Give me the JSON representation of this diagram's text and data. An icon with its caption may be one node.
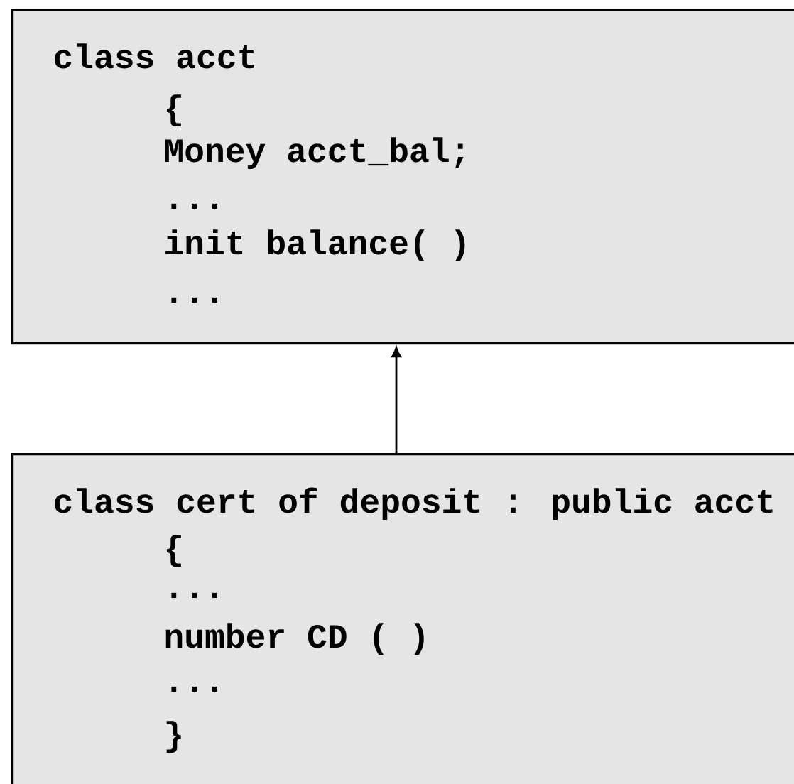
{
  "diagram": {
    "nodes": [
      {
        "text": [
          "class acct",
          "{",
          "Money acct_bal;",
          "...",
          "init balance( )",
          "..."
        ]
      },
      {
        "text": [
          "class cert of deposit : public acct",
          "{",
          "...",
          "number CD ( )",
          "...",
          "}"
        ]
      }
    ],
    "edges": [
      {
        "from": 1,
        "to": 0,
        "arrow": "to"
      }
    ]
  }
}
